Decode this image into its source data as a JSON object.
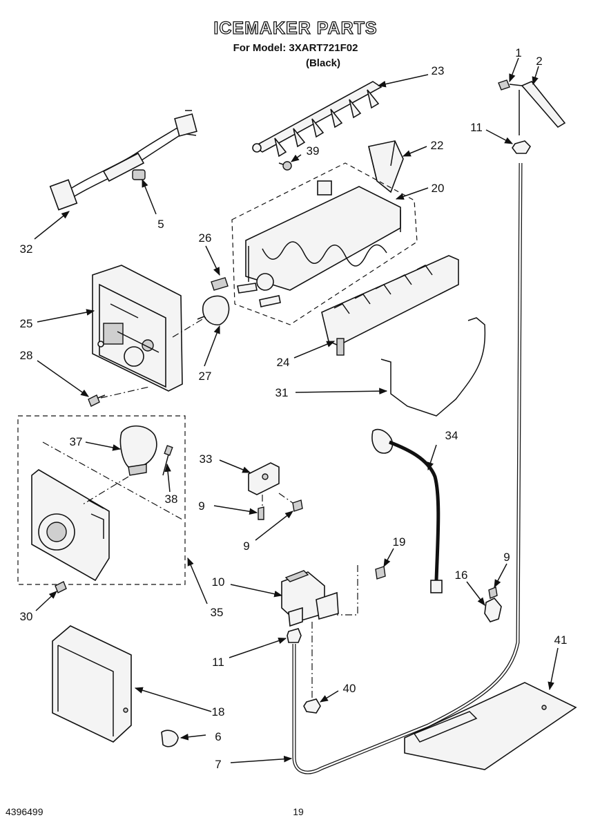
{
  "header": {
    "title": "ICEMAKER PARTS",
    "model_line": "For Model: 3XART721F02",
    "color_line": "(Black)"
  },
  "footer": {
    "doc_number": "4396499",
    "page_number": "19"
  },
  "callouts": {
    "c1": "1",
    "c2": "2",
    "c5": "5",
    "c6": "6",
    "c7": "7",
    "c9a": "9",
    "c9b": "9",
    "c9c": "9",
    "c10": "10",
    "c11a": "11",
    "c11b": "11",
    "c16": "16",
    "c18": "18",
    "c19": "19",
    "c20": "20",
    "c22": "22",
    "c23": "23",
    "c24": "24",
    "c25": "25",
    "c26": "26",
    "c27": "27",
    "c28": "28",
    "c30": "30",
    "c31": "31",
    "c32": "32",
    "c33": "33",
    "c34": "34",
    "c35": "35",
    "c37": "37",
    "c38": "38",
    "c39": "39",
    "c40": "40",
    "c41": "41"
  }
}
